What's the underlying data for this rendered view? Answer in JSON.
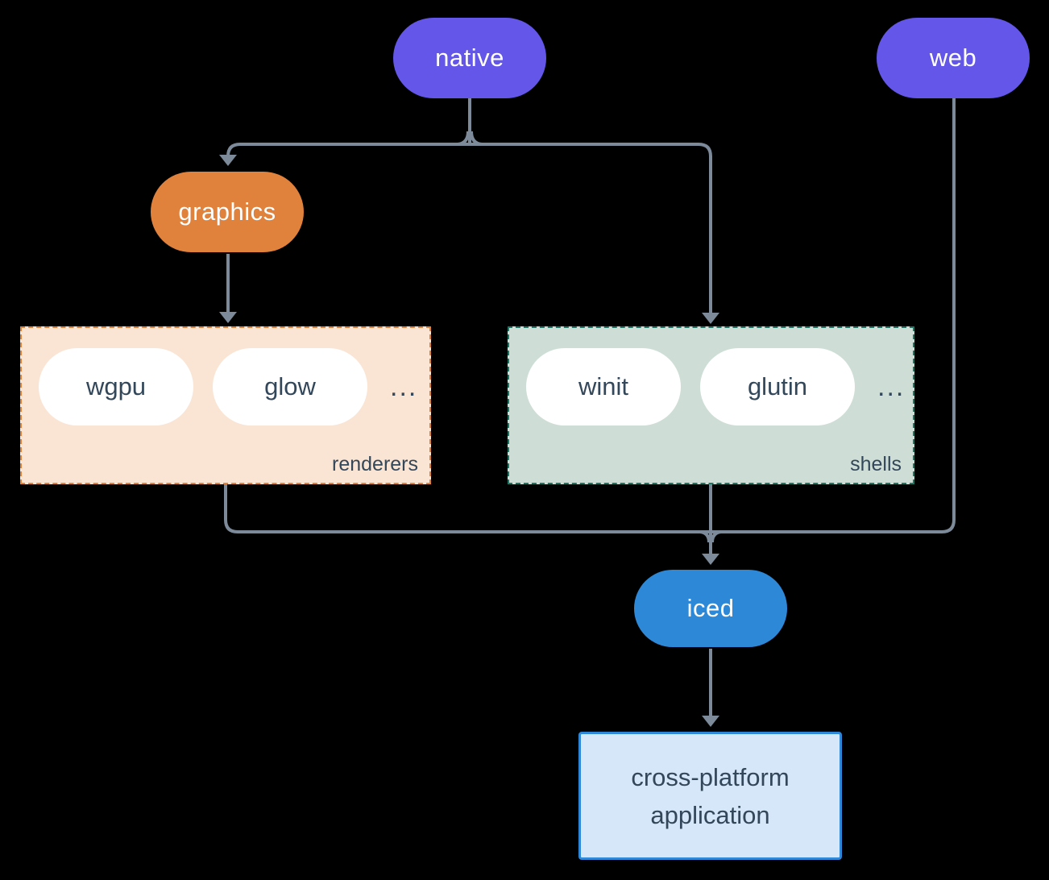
{
  "colors": {
    "bg": "#000000",
    "line": "#7c8a99",
    "purple": "#6356e8",
    "orange": "#e0813c",
    "blue": "#2d89d7",
    "text-dark": "#33475a",
    "text-light": "#ffffff",
    "renderers-fill": "#fae4d4",
    "renderers-border": "#e0813c",
    "shells-fill": "#ceded6",
    "shells-border": "#207664",
    "app-fill": "#d6e7f9",
    "app-border": "#2f88d8",
    "inner-pill-fill": "#ffffff"
  },
  "nodes": {
    "native": {
      "label": "native"
    },
    "web": {
      "label": "web"
    },
    "graphics": {
      "label": "graphics"
    },
    "iced": {
      "label": "iced"
    },
    "application": {
      "label": "cross-platform application"
    }
  },
  "groups": {
    "renderers": {
      "label": "renderers",
      "items": [
        "wgpu",
        "glow"
      ],
      "ellipsis": "..."
    },
    "shells": {
      "label": "shells",
      "items": [
        "winit",
        "glutin"
      ],
      "ellipsis": "..."
    }
  }
}
